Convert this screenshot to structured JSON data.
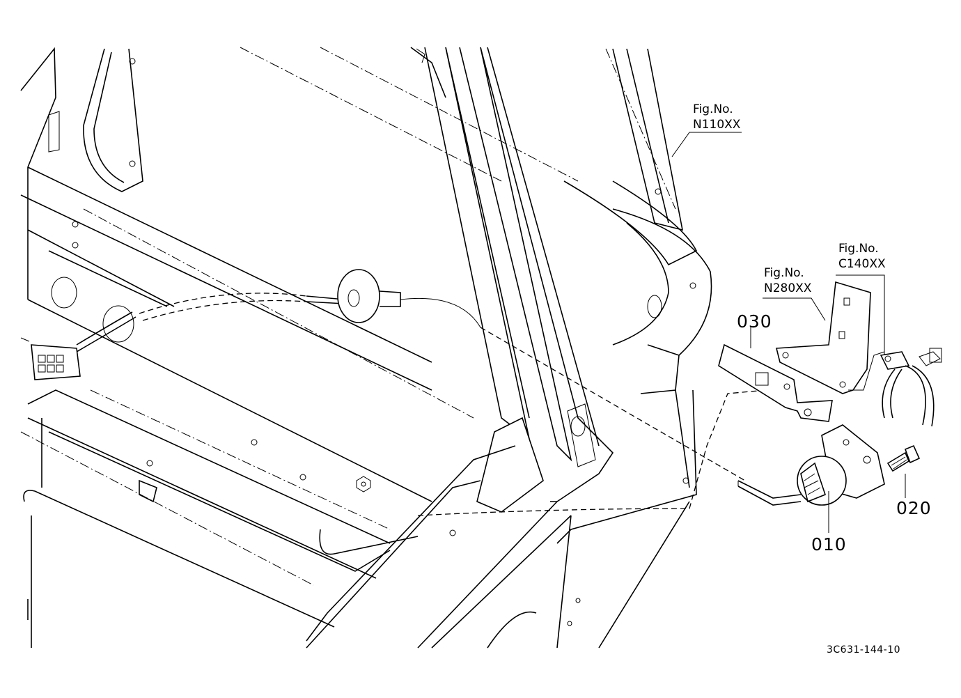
{
  "callouts": {
    "p010": "010",
    "p020": "020",
    "p030": "030"
  },
  "figure_refs": {
    "n110": {
      "line1": "Fig.No.",
      "line2": "N110XX"
    },
    "n280": {
      "line1": "Fig.No.",
      "line2": "N280XX"
    },
    "c140": {
      "line1": "Fig.No.",
      "line2": "C140XX"
    }
  },
  "document_id": "3C631-144-10"
}
